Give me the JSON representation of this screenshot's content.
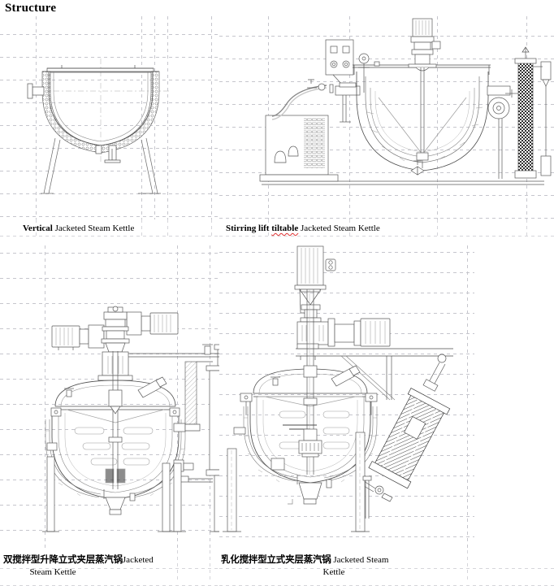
{
  "page": {
    "title": "Structure"
  },
  "figures": [
    {
      "id": "vertical-jacketed-steam-kettle",
      "caption_bold": "Vertical",
      "caption_rest": " Jacketed Steam Kettle",
      "caption_chinese": "",
      "caption_misspelled": "",
      "alt": "Vertical jacketed steam kettle line drawing"
    },
    {
      "id": "stirring-lift-tiltable-jacketed-steam-kettle",
      "caption_bold": "Stirring lift ",
      "caption_misspelled": "tiltable",
      "caption_rest": " Jacketed Steam Kettle",
      "caption_chinese": "",
      "alt": "Stirring lift tiltable jacketed steam kettle line drawing"
    },
    {
      "id": "double-stirring-lift-vertical-jacketed-steam-kettle",
      "caption_chinese": "双搅拌型升降立式夹层蒸汽锅",
      "caption_bold": "",
      "caption_misspelled": "",
      "caption_rest": "Jacketed",
      "caption_line2": "Steam Kettle",
      "alt": "Double stirring lift vertical jacketed steam kettle line drawing"
    },
    {
      "id": "emulsifying-stirring-vertical-jacketed-steam-kettle",
      "caption_chinese": "乳化搅拌型立式夹层蒸汽锅",
      "caption_bold": "",
      "caption_misspelled": "",
      "caption_rest": "Jacketed Steam",
      "caption_line2": "Kettle",
      "alt": "Emulsifying stirring vertical jacketed steam kettle line drawing"
    }
  ],
  "colors": {
    "line": "#4a4a4a",
    "line_light": "#8a8a8a",
    "grid": "#b4b4bd",
    "hatch": "#6e6e6e",
    "spellcheck": "#e03030",
    "background": "#ffffff"
  }
}
